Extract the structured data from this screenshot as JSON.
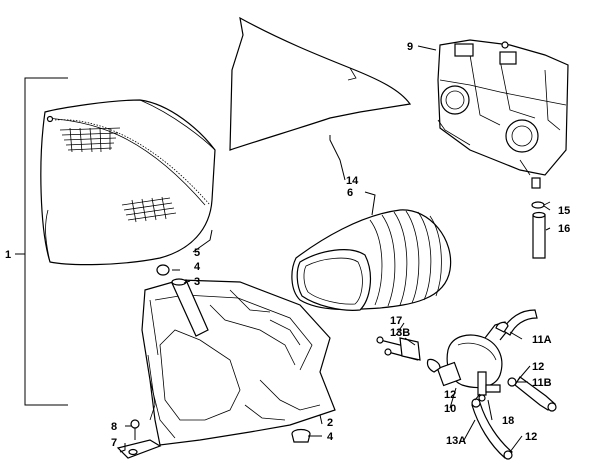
{
  "diagram": {
    "labels": {
      "p1": "1",
      "p2": "2",
      "p3": "3",
      "p4a": "4",
      "p4b": "4",
      "p5": "5",
      "p6": "6",
      "p7": "7",
      "p8": "8",
      "p9": "9",
      "p10": "10",
      "p11a": "11A",
      "p11b": "11B",
      "p12a": "12",
      "p12b": "12",
      "p12c": "12",
      "p13a": "13A",
      "p13b": "13B",
      "p14": "14",
      "p15": "15",
      "p16": "16",
      "p17": "17",
      "p18": "18"
    }
  }
}
